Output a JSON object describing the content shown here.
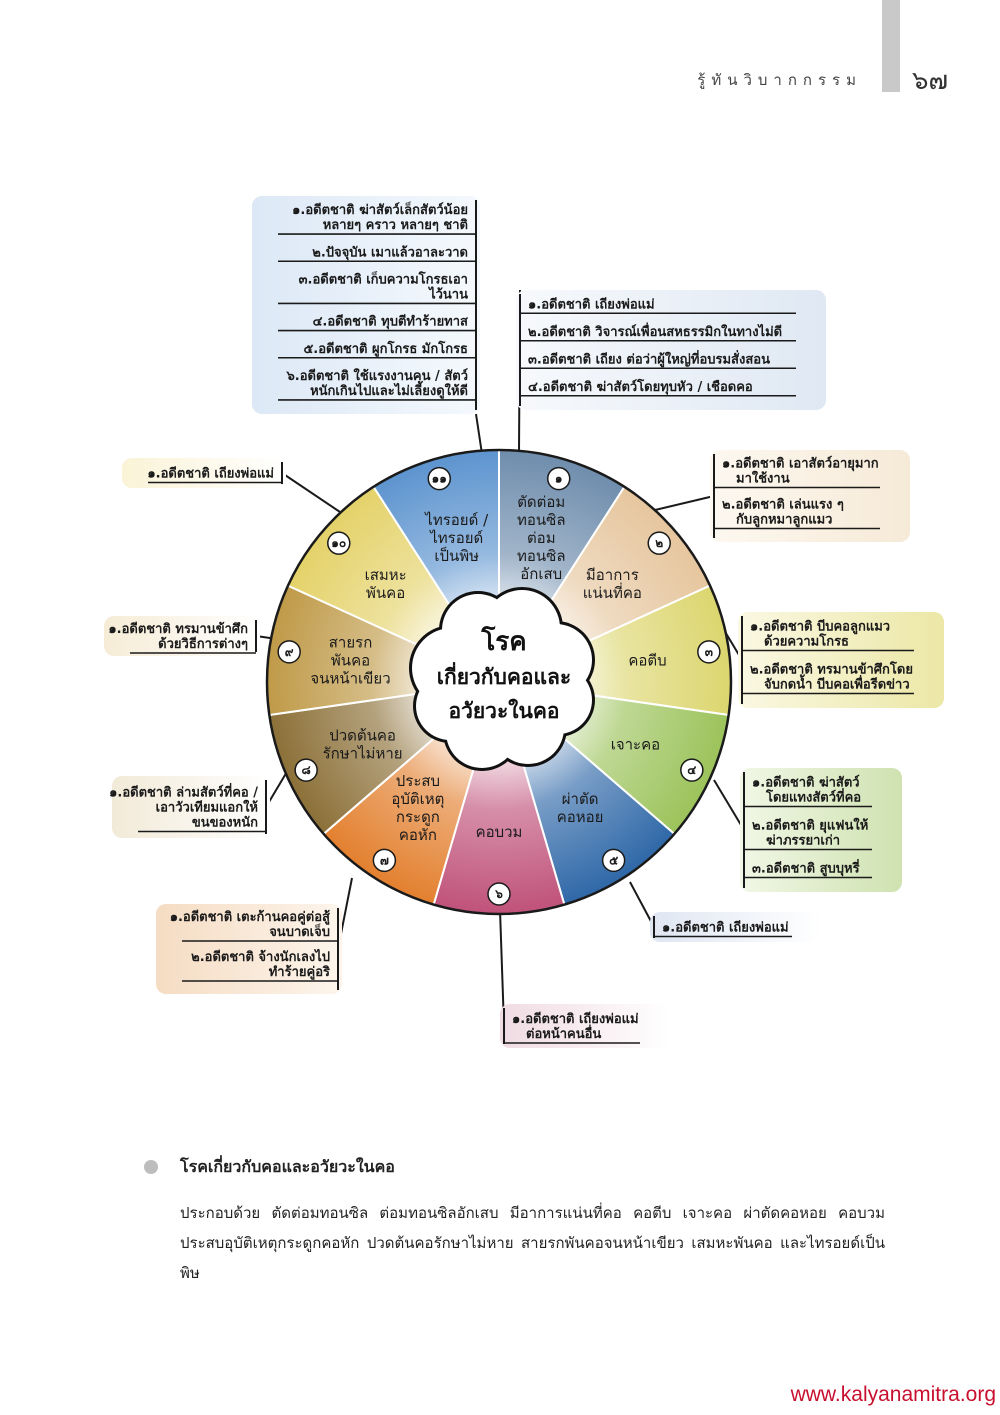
{
  "header": {
    "title": "รู้ทันวิบากกรรม",
    "page_number": "๖๗"
  },
  "diagram": {
    "center": {
      "lines": [
        "โรค",
        "เกี่ยวกับคอและ",
        "อวัยวะในคอ"
      ]
    },
    "segments": [
      {
        "number": "๑",
        "lines": [
          "ตัดต่อม",
          "ทอนซิล",
          "ต่อม",
          "ทอนซิล",
          "อักเสบ"
        ],
        "color": "#6f8dad"
      },
      {
        "number": "๒",
        "lines": [
          "มีอาการ",
          "แน่นที่คอ"
        ],
        "color": "#e6c69e"
      },
      {
        "number": "๓",
        "lines": [
          "คอตีบ"
        ],
        "color": "#dcd66f"
      },
      {
        "number": "๔",
        "lines": [
          "เจาะคอ"
        ],
        "color": "#9cc35b"
      },
      {
        "number": "๕",
        "lines": [
          "ผ่าตัด",
          "คอหอย"
        ],
        "color": "#2f68a8"
      },
      {
        "number": "๖",
        "lines": [
          "คอบวม"
        ],
        "color": "#c0527a"
      },
      {
        "number": "๗",
        "lines": [
          "ประสบ",
          "อุบัติเหตุ",
          "กระดูก",
          "คอหัก"
        ],
        "color": "#e3802f"
      },
      {
        "number": "๘",
        "lines": [
          "ปวดต้นคอ",
          "รักษาไม่หาย"
        ],
        "color": "#8c7038"
      },
      {
        "number": "๙",
        "lines": [
          "สายรก",
          "พันคอ",
          "จนหน้าเขียว"
        ],
        "color": "#bf9a48"
      },
      {
        "number": "๑๐",
        "lines": [
          "เสมหะ",
          "พันคอ"
        ],
        "color": "#e4d269"
      },
      {
        "number": "๑๑",
        "lines": [
          "ไทรอยด์ /",
          "ไทรอยด์",
          "เป็นพิษ"
        ],
        "color": "#5d94cf"
      }
    ],
    "causes": [
      {
        "group": "11",
        "items": [
          [
            "๑.อดีตชาติ ฆ่าสัตว์เล็กสัตว์น้อย",
            "หลายๆ คราว หลายๆ ชาติ"
          ],
          [
            "๒.ปัจจุบัน เมาแล้วอาละวาด"
          ],
          [
            "๓.อดีตชาติ เก็บความโกรธเอา",
            "ไว้นาน"
          ],
          [
            "๔.อดีตชาติ ทุบตีทำร้ายทาส"
          ],
          [
            "๕.อดีตชาติ ผูกโกรธ มักโกรธ"
          ],
          [
            "๖.อดีตชาติ ใช้แรงงานคน / สัตว์",
            "หนักเกินไปและไม่เลี้ยงดูให้ดี"
          ]
        ]
      },
      {
        "group": "1",
        "items": [
          [
            "๑.อดีตชาติ เถียงพ่อแม่"
          ],
          [
            "๒.อดีตชาติ วิจารณ์เพื่อนสหธรรมิกในทางไม่ดี"
          ],
          [
            "๓.อดีตชาติ เถียง ต่อว่าผู้ใหญ่ที่อบรมสั่งสอน"
          ],
          [
            "๔.อดีตชาติ ฆ่าสัตว์โดยทุบหัว / เชือดคอ"
          ]
        ]
      },
      {
        "group": "2",
        "items": [
          [
            "๑.อดีตชาติ เอาสัตว์อายุมาก",
            "มาใช้งาน"
          ],
          [
            "๒.อดีตชาติ เล่นแรง ๆ",
            "กับลูกหมาลูกแมว"
          ]
        ]
      },
      {
        "group": "3",
        "items": [
          [
            "๑.อดีตชาติ บีบคอลูกแมว",
            "ด้วยความโกรธ"
          ],
          [
            "๒.อดีตชาติ ทรมานข้าศึกโดย",
            "จับกดน้ำ บีบคอเพื่อรีดข่าว"
          ]
        ]
      },
      {
        "group": "4",
        "items": [
          [
            "๑.อดีตชาติ ฆ่าสัตว์",
            "โดยแทงสัตว์ที่คอ"
          ],
          [
            "๒.อดีตชาติ ยุแฟนให้",
            "ฆ่าภรรยาเก่า"
          ],
          [
            "๓.อดีตชาติ สูบบุหรี่"
          ]
        ]
      },
      {
        "group": "5",
        "items": [
          [
            "๑.อดีตชาติ เถียงพ่อแม่"
          ]
        ]
      },
      {
        "group": "6",
        "items": [
          [
            "๑.อดีตชาติ เถียงพ่อแม่",
            "ต่อหน้าคนอื่น"
          ]
        ]
      },
      {
        "group": "7",
        "items": [
          [
            "๑.อดีตชาติ เตะก้านคอคู่ต่อสู้",
            "จนบาดเจ็บ"
          ],
          [
            "๒.อดีตชาติ จ้างนักเลงไป",
            "ทำร้ายคู่อริ"
          ]
        ]
      },
      {
        "group": "8",
        "items": [
          [
            "๑.อดีตชาติ ล่ามสัตว์ที่คอ /",
            "เอาวัวเทียมแอกให้",
            "ขนของหนัก"
          ]
        ]
      },
      {
        "group": "9",
        "items": [
          [
            "๑.อดีตชาติ ทรมานข้าศึก",
            "ด้วยวิธีการต่างๆ"
          ]
        ]
      },
      {
        "group": "10",
        "items": [
          [
            "๑.อดีตชาติ เถียงพ่อแม่"
          ]
        ]
      }
    ]
  },
  "section": {
    "title": "โรคเกี่ยวกับคอและอวัยวะในคอ",
    "body": "ประกอบด้วย ตัดต่อมทอนซิล ต่อมทอนซิลอักเสบ มีอาการแน่นที่คอ คอตีบ เจาะคอ ผ่าตัดคอหอย คอบวม ประสบอุบัติเหตุกระดูกคอหัก ปวดต้นคอรักษาไม่หาย สายรกพันคอจนหน้าเขียว เสมหะพันคอ และไทรอยด์เป็นพิษ"
  },
  "footer": {
    "url": "www.kalyanamitra.org"
  }
}
